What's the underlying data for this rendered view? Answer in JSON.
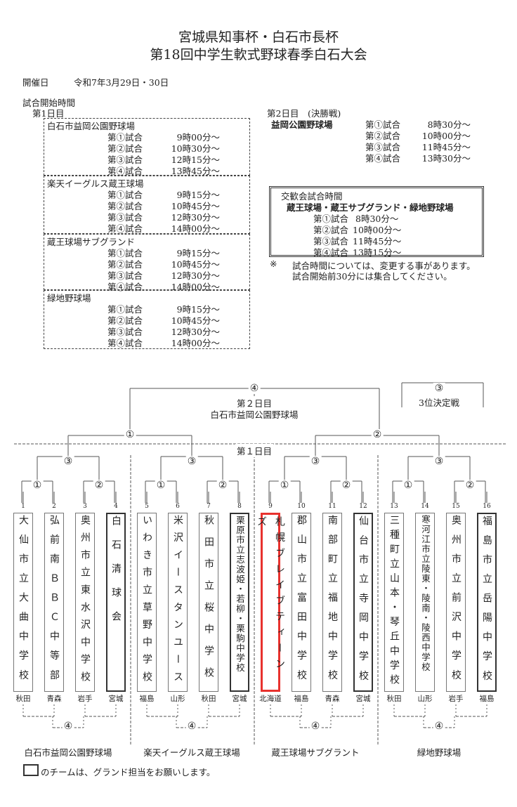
{
  "title_line1": "宮城県知事杯・白石市長杯",
  "title_line2": "第18回中学生軟式野球春季白石大会",
  "date_label": "開催日",
  "date_value": "令和7年3月29日・30日",
  "start_times_label": "試合開始時間",
  "day1": {
    "label": "第1日目",
    "venues": [
      {
        "name": "白石市益岡公園野球場",
        "games": [
          {
            "g": "第①試合",
            "t": "9時00分～"
          },
          {
            "g": "第②試合",
            "t": "10時30分～"
          },
          {
            "g": "第③試合",
            "t": "12時15分～"
          },
          {
            "g": "第④試合",
            "t": "13時45分～"
          }
        ]
      },
      {
        "name": "楽天イーグルス蔵王球場",
        "games": [
          {
            "g": "第①試合",
            "t": "9時15分～"
          },
          {
            "g": "第②試合",
            "t": "10時45分～"
          },
          {
            "g": "第③試合",
            "t": "12時30分～"
          },
          {
            "g": "第④試合",
            "t": "14時00分～"
          }
        ]
      },
      {
        "name": "蔵王球場サブグランド",
        "games": [
          {
            "g": "第①試合",
            "t": "9時15分～"
          },
          {
            "g": "第②試合",
            "t": "10時45分～"
          },
          {
            "g": "第③試合",
            "t": "12時30分～"
          },
          {
            "g": "第④試合",
            "t": "14時00分～"
          }
        ]
      },
      {
        "name": "緑地野球場",
        "games": [
          {
            "g": "第①試合",
            "t": "9時15分～"
          },
          {
            "g": "第②試合",
            "t": "10時45分～"
          },
          {
            "g": "第③試合",
            "t": "12時30分～"
          },
          {
            "g": "第④試合",
            "t": "14時00分～"
          }
        ]
      }
    ]
  },
  "day2": {
    "label": "第2日目　(決勝戦)",
    "venue": "益岡公園野球場",
    "games": [
      {
        "g": "第①試合",
        "t": "8時30分～"
      },
      {
        "g": "第②試合",
        "t": "10時00分～"
      },
      {
        "g": "第③試合",
        "t": "11時45分～"
      },
      {
        "g": "第④試合",
        "t": "13時30分～"
      }
    ]
  },
  "exchange": {
    "title": "交歓会試合時間",
    "venues": "蔵王球場・蔵王サブグランド・緑地野球場",
    "games": [
      {
        "g": "第①試合",
        "t": " 8時30分～"
      },
      {
        "g": "第②試合",
        "t": "10時00分～"
      },
      {
        "g": "第③試合",
        "t": "11時45分～"
      },
      {
        "g": "第④試合",
        "t": "13時15分～"
      }
    ]
  },
  "note_mark": "※",
  "note_line1": "試合時間については、変更する事があります。",
  "note_line2": "試合開始前30分には集合してください。",
  "bracket": {
    "final_mark": "④",
    "day2_label": "第２日目",
    "day2_venue": "白石市益岡公園野球場",
    "third_mark": "③",
    "third_label": "3位決定戦",
    "semi_marks": [
      "①",
      "②"
    ],
    "day1_label": "第１日目",
    "block_marks": {
      "r2": "③",
      "r1a": "①",
      "r1b": "②",
      "ex": "④"
    },
    "venues": [
      "白石市益岡公園野球場",
      "楽天イーグルス蔵王球場",
      "蔵王球場サブグラント",
      "緑地野球場"
    ],
    "teams": [
      {
        "no": "1",
        "name": "大仙市立大曲中学校",
        "pref": "秋田",
        "home": false
      },
      {
        "no": "2",
        "name": "弘前南ＢＢＣ中等部",
        "pref": "青森",
        "home": false
      },
      {
        "no": "3",
        "name": "奥州市立東水沢中学校",
        "pref": "岩手",
        "home": false
      },
      {
        "no": "4",
        "name": "白石清球会",
        "pref": "宮城",
        "home": true
      },
      {
        "no": "5",
        "name": "いわき市立草野中学校",
        "pref": "福島",
        "home": false
      },
      {
        "no": "6",
        "name": "米沢イースタンユース",
        "pref": "山形",
        "home": false
      },
      {
        "no": "7",
        "name": "秋田市立桜中学校",
        "pref": "秋田",
        "home": false
      },
      {
        "no": "8",
        "name": "栗原市立志波姫・若柳・栗駒中学校",
        "pref": "宮城",
        "home": true
      },
      {
        "no": "9",
        "name": "札幌ブレイブティーンズ",
        "pref": "北海道",
        "home": false,
        "highlight": true
      },
      {
        "no": "10",
        "name": "郡山市立富田中学校",
        "pref": "福島",
        "home": false
      },
      {
        "no": "11",
        "name": "南部町立福地中学校",
        "pref": "青森",
        "home": false
      },
      {
        "no": "12",
        "name": "仙台市立寺岡中学校",
        "pref": "宮城",
        "home": true
      },
      {
        "no": "13",
        "name": "三種町立山本・琴丘中学校",
        "pref": "秋田",
        "home": false
      },
      {
        "no": "14",
        "name": "寒河江市立陵東・陵南・陵西中学校",
        "pref": "山形",
        "home": false
      },
      {
        "no": "15",
        "name": "奥州市立前沢中学校",
        "pref": "岩手",
        "home": false
      },
      {
        "no": "16",
        "name": "福島市立岳陽中学校",
        "pref": "福島",
        "home": true
      }
    ]
  },
  "legend_text": "のチームは、グランド担当をお願いします。",
  "colors": {
    "highlight": "#e8322e"
  }
}
